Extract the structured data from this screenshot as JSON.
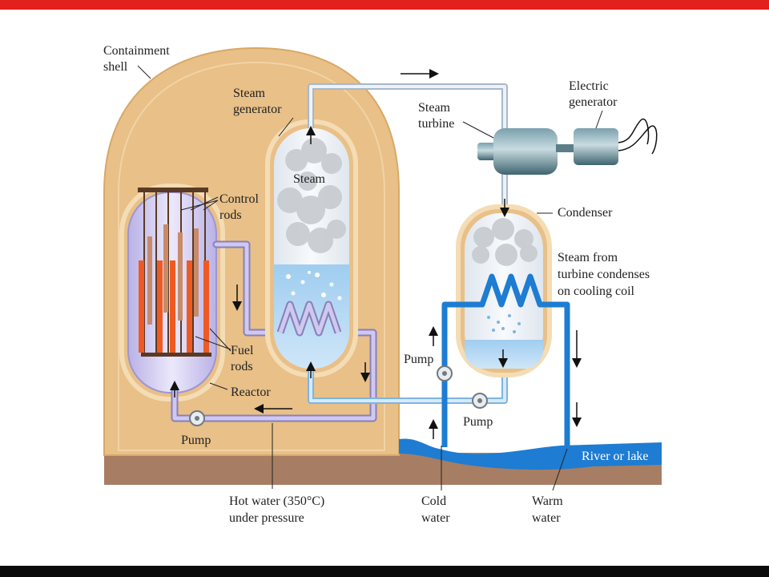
{
  "colors": {
    "top_bar": "#e3211c",
    "bottom_bar": "#0b0b0b",
    "containment": "#e8c088",
    "ground": "#a77e63",
    "water_blue": "#1e7cd2",
    "hot_water_pipe": "#b6aee0",
    "steam_pipe": "#dde4ec"
  },
  "labels": {
    "containment_shell": [
      "Containment",
      "shell"
    ],
    "steam_generator": [
      "Steam",
      "generator"
    ],
    "steam": "Steam",
    "steam_turbine": [
      "Steam",
      "turbine"
    ],
    "electric_generator": [
      "Electric",
      "generator"
    ],
    "control_rods": [
      "Control",
      "rods"
    ],
    "condenser": "Condenser",
    "condenser_note": [
      "Steam from",
      "turbine condenses",
      "on cooling coil"
    ],
    "fuel_rods": [
      "Fuel",
      "rods"
    ],
    "reactor": "Reactor",
    "pump_reactor": "Pump",
    "pump_condenser_loop": "Pump",
    "pump_cooling": "Pump",
    "river": "River or lake",
    "hot_water": [
      "Hot water (350°C)",
      "under pressure"
    ],
    "cold_water": [
      "Cold",
      "water"
    ],
    "warm_water": [
      "Warm",
      "water"
    ]
  }
}
